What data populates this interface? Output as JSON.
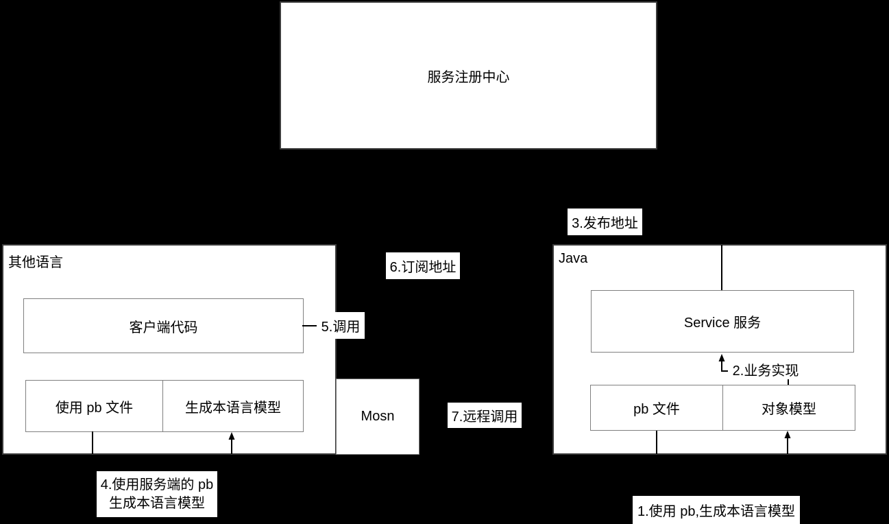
{
  "diagram": {
    "registry_box": "服务注册中心",
    "left_container": {
      "label": "其他语言",
      "client_code": "客户端代码",
      "use_pb_file": "使用 pb 文件",
      "gen_model": "生成本语言模型"
    },
    "mosn_box": "Mosn",
    "java_container": {
      "label": "Java",
      "service": "Service 服务",
      "pb_file": "pb 文件",
      "object_model": "对象模型"
    },
    "labels": {
      "step1": "1.使用 pb,生成本语言模型",
      "step2": "2.业务实现",
      "step3": "3.发布地址",
      "step4_line1": "4.使用服务端的 pb",
      "step4_line2": "生成本语言模型",
      "step5": "5.调用",
      "step6": "6.订阅地址",
      "step7": "7.远程调用"
    },
    "colors": {
      "background": "#000000",
      "box_fill": "#ffffff",
      "outer_border": "#3c3c3c",
      "inner_border": "#7f7f7f",
      "line": "#000000",
      "text": "#000000"
    }
  }
}
